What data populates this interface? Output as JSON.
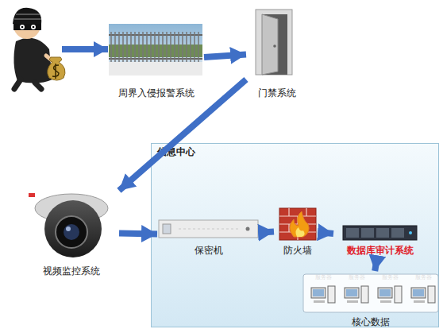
{
  "diagram": {
    "nodes": [
      {
        "text": [
          "周界入侵报警系统"
        ]
      },
      {
        "text": [
          "门禁系统"
        ]
      },
      {
        "text": [
          "视频监控系统"
        ]
      },
      {
        "text": [
          "信息中心"
        ]
      },
      {
        "text": [
          "保密机"
        ],
        "in": 3
      },
      {
        "text": [
          "防火墙"
        ],
        "in": 3
      },
      {
        "text": [
          "数据库审计系统"
        ],
        "in": 3
      },
      {
        "text": [
          "核心数据"
        ],
        "in": 3
      },
      {
        "text": [
          "服务器"
        ],
        "in": 7
      },
      {
        "text": [
          "服务器"
        ],
        "in": 7
      },
      {
        "text": [
          "服务器"
        ],
        "in": 7
      },
      {
        "text": [
          "服务器"
        ],
        "in": 7
      }
    ],
    "edges": [
      {
        "from": 0,
        "to": 1,
        "arrow": "to"
      },
      {
        "from": 1,
        "to": 2,
        "arrow": "to"
      },
      {
        "from": 2,
        "to": 4,
        "arrow": "to"
      },
      {
        "from": 4,
        "to": 5,
        "arrow": "to"
      },
      {
        "from": 5,
        "to": 6,
        "arrow": "to"
      },
      {
        "from": 6,
        "to": 7,
        "arrow": "to"
      }
    ]
  }
}
